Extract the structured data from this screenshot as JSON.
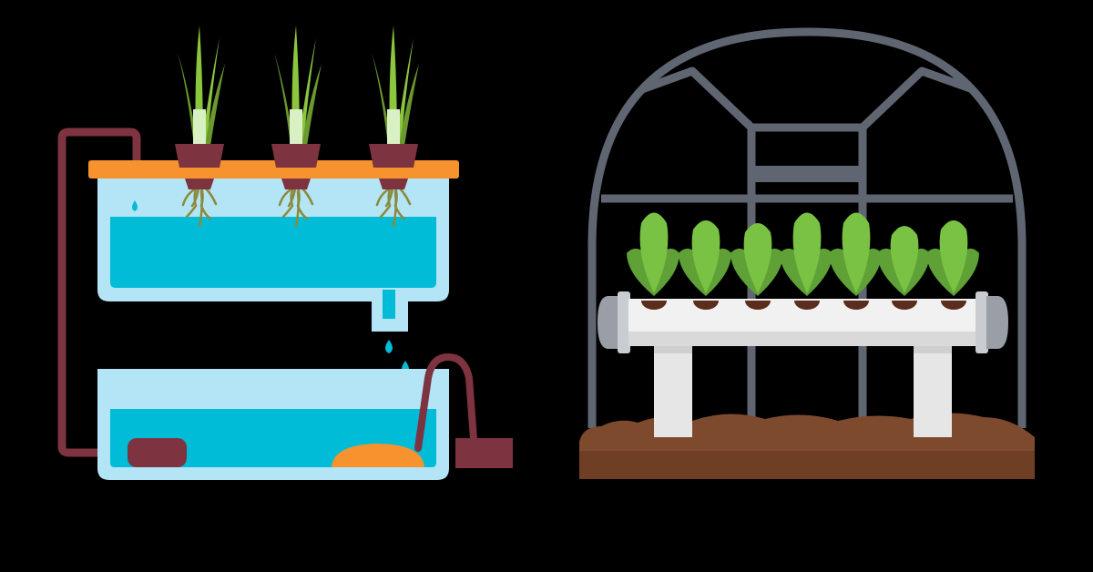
{
  "colors": {
    "background": "#000000",
    "tank_shell": "#b3e5f7",
    "water": "#00bcd6",
    "tray": "#f7932f",
    "pot": "#7d3340",
    "pipe": "#7d3340",
    "pump": "#7d3340",
    "root": "#8b8a3a",
    "stem_light": "#8cc63f",
    "stem_dark": "#6a9a2e",
    "frame": "#5f6672",
    "soil": "#6e3f24",
    "soil_top": "#7d4a2e",
    "pvc_pipe": "#f1f1f1",
    "pvc_shadow": "#d4d4d4",
    "pipe_cap": "#9a9ea6",
    "leaf": "#79c243",
    "leaf_dark": "#5fa136",
    "net_pot": "#5a2d1c",
    "stone": "#f7932f",
    "droplet": "#00bcd6"
  },
  "left_system": {
    "plants": [
      "onion-plant",
      "onion-plant",
      "onion-plant"
    ],
    "droplets_falling": 3,
    "droplets_from_pipe": 1
  },
  "right_system": {
    "plants": [
      "lettuce-plant",
      "lettuce-plant",
      "lettuce-plant",
      "lettuce-plant",
      "lettuce-plant",
      "lettuce-plant",
      "lettuce-plant"
    ]
  }
}
